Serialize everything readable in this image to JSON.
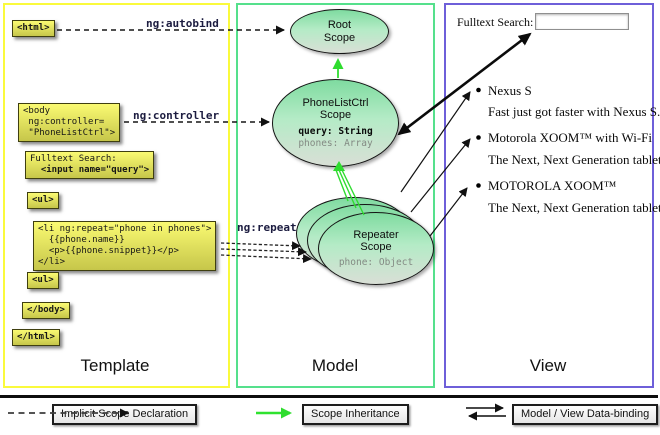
{
  "template": {
    "label": "Template",
    "code_html_open": "<html>",
    "code_body_open": "<body\n ng:controller=\n \"PhoneListCtrl\">",
    "fulltext_label": "Fulltext Search:",
    "fulltext_input": "  <input name=\"query\">",
    "code_ul_open": "<ul>",
    "code_li": "<li ng:repeat=\"phone in phones\">\n  {{phone.name}}\n  <p>{{phone.snippet}}</p>\n</li>",
    "code_ul_close": "<ul>",
    "code_body_close": "</body>",
    "code_html_close": "</html>"
  },
  "model": {
    "label": "Model",
    "root_scope": "Root\nScope",
    "phonelist_scope": "PhoneListCtrl\nScope",
    "phonelist_query": "query: String",
    "phonelist_phones": "phones: Array",
    "repeater_scope": "Repeater\nScope",
    "repeater_phone": "phone: Object"
  },
  "view": {
    "label": "View",
    "search_label": "Fulltext Search:",
    "search_value": "",
    "items": [
      {
        "name": "Nexus S",
        "desc": "Fast just got faster with Nexus S."
      },
      {
        "name": "Motorola XOOM™ with Wi-Fi",
        "desc": "The Next, Next Generation tablet."
      },
      {
        "name": "MOTOROLA XOOM™",
        "desc": "The Next, Next Generation tablet."
      }
    ]
  },
  "annotations": {
    "autobind": "ng:autobind",
    "controller": "ng:controller",
    "repeat": "ng:repeat"
  },
  "legend": {
    "implicit": "Implicit Scope Declaration",
    "inheritance": "Scope Inheritance",
    "databinding": "Model / View Data-binding"
  },
  "colors": {
    "template_border": "#fafa3c",
    "model_border": "#55e08c",
    "view_border": "#6e5fd9",
    "scope_fill_top": "#7fdba0",
    "scope_fill_bottom": "#d9dfd6",
    "inheritance_green": "#2fdc2f",
    "codebox_top": "#fafa72",
    "codebox_bottom": "#c6c64a"
  }
}
